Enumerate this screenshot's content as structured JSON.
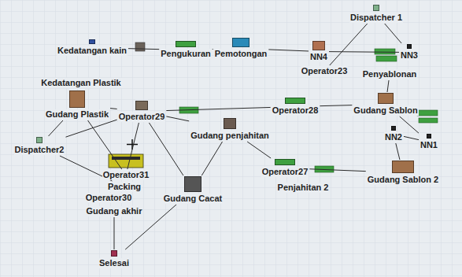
{
  "diagram": {
    "nodes": [
      {
        "text": [
          "Dispatcher 1"
        ]
      },
      {
        "text": [
          "Kedatangan kain"
        ]
      },
      {
        "text": [
          "Pengukuran"
        ]
      },
      {
        "text": [
          "Pemotongan"
        ]
      },
      {
        "text": [
          "NN4"
        ]
      },
      {
        "text": [
          "Operator23"
        ]
      },
      {
        "text": [
          "NN3"
        ]
      },
      {
        "text": [
          "Penyablonan"
        ]
      },
      {
        "text": [
          "Kedatangan Plastik"
        ]
      },
      {
        "text": [
          "Gudang Sablon"
        ]
      },
      {
        "text": [
          "Operator28"
        ]
      },
      {
        "text": [
          "Gudang Plastik"
        ]
      },
      {
        "text": [
          "Operator29"
        ]
      },
      {
        "text": [
          "Gudang penjahitan"
        ]
      },
      {
        "text": [
          "NN2"
        ]
      },
      {
        "text": [
          "NN1"
        ]
      },
      {
        "text": [
          "Dispatcher2"
        ]
      },
      {
        "text": [
          "Operator31"
        ]
      },
      {
        "text": [
          "Packing"
        ]
      },
      {
        "text": [
          "Operator27"
        ]
      },
      {
        "text": [
          "Penjahitan 2"
        ]
      },
      {
        "text": [
          "Gudang Sablon 2"
        ]
      },
      {
        "text": [
          "Operator30"
        ]
      },
      {
        "text": [
          "Gudang Cacat"
        ]
      },
      {
        "text": [
          "Gudang akhir"
        ]
      },
      {
        "text": [
          "Selesai"
        ]
      }
    ],
    "edges": [
      {
        "from": 1,
        "to": 2,
        "arrow": "none"
      },
      {
        "from": 2,
        "to": 3,
        "arrow": "none"
      },
      {
        "from": 3,
        "to": 4,
        "arrow": "none"
      },
      {
        "from": 4,
        "to": 6,
        "arrow": "none"
      },
      {
        "from": 0,
        "to": 5,
        "arrow": "none"
      },
      {
        "from": 0,
        "to": 6,
        "arrow": "none"
      },
      {
        "from": 7,
        "to": 9,
        "arrow": "none"
      },
      {
        "from": 9,
        "to": 15,
        "arrow": "none"
      },
      {
        "from": 15,
        "to": 14,
        "arrow": "none"
      },
      {
        "from": 14,
        "to": 21,
        "arrow": "none"
      },
      {
        "from": 9,
        "to": 10,
        "arrow": "none"
      },
      {
        "from": 10,
        "to": 12,
        "arrow": "none"
      },
      {
        "from": 12,
        "to": 13,
        "arrow": "none"
      },
      {
        "from": 13,
        "to": 19,
        "arrow": "none"
      },
      {
        "from": 21,
        "to": 19,
        "arrow": "none"
      },
      {
        "from": 11,
        "to": 12,
        "arrow": "none"
      },
      {
        "from": 16,
        "to": 11,
        "arrow": "none"
      },
      {
        "from": 16,
        "to": 12,
        "arrow": "none"
      },
      {
        "from": 16,
        "to": 18,
        "arrow": "none"
      },
      {
        "from": 11,
        "to": 17,
        "arrow": "none"
      },
      {
        "from": 12,
        "to": 17,
        "arrow": "none"
      },
      {
        "from": 12,
        "to": 23,
        "arrow": "none"
      },
      {
        "from": 13,
        "to": 23,
        "arrow": "none"
      },
      {
        "from": 23,
        "to": 25,
        "arrow": "none"
      },
      {
        "from": 24,
        "to": 25,
        "arrow": "none"
      }
    ]
  }
}
